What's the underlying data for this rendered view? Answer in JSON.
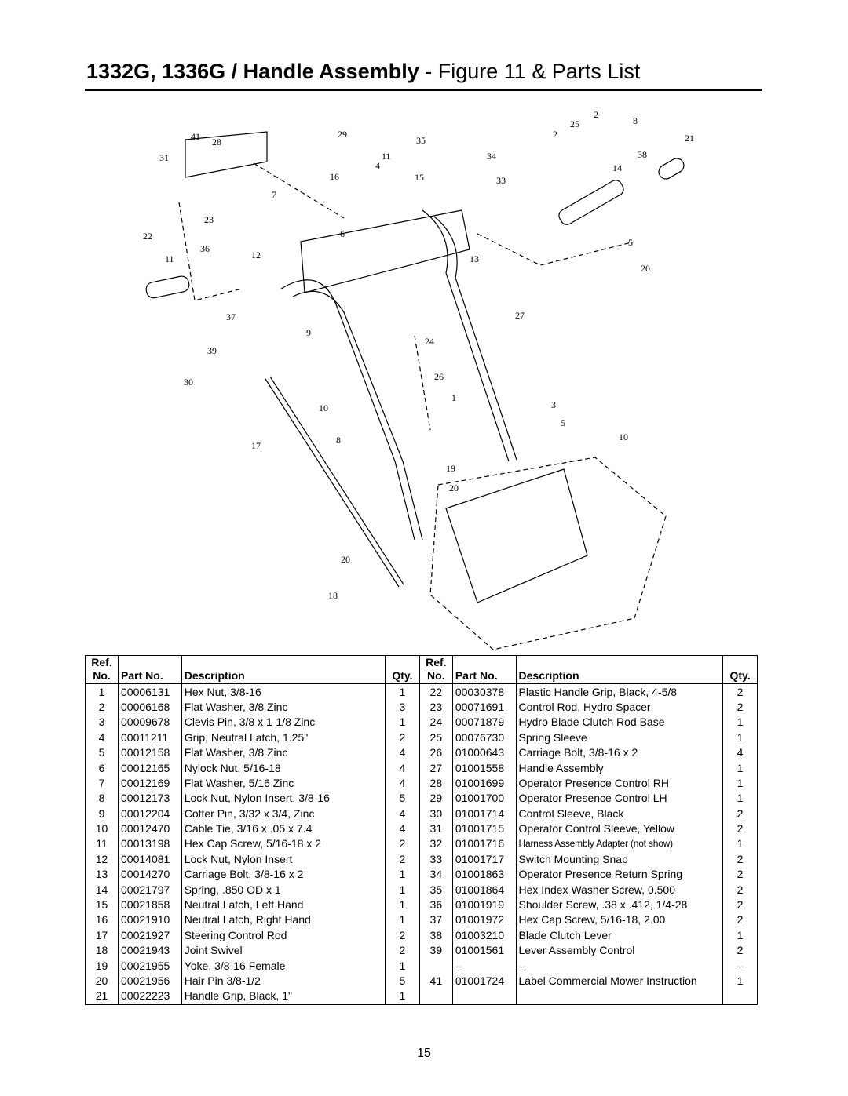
{
  "title": {
    "bold": "1332G, 1336G / Handle Assembly",
    "normal": " - Figure 11 & Parts List"
  },
  "callouts": [
    "41",
    "28",
    "31",
    "29",
    "35",
    "11",
    "34",
    "4",
    "16",
    "15",
    "33",
    "7",
    "23",
    "6",
    "22",
    "36",
    "12",
    "11",
    "13",
    "37",
    "9",
    "39",
    "24",
    "27",
    "26",
    "30",
    "1",
    "10",
    "3",
    "5",
    "17",
    "8",
    "10",
    "19",
    "20",
    "20",
    "18",
    "2",
    "25",
    "8",
    "2",
    "21",
    "38",
    "14",
    "5",
    "20"
  ],
  "table": {
    "headers": {
      "ref_top": "Ref.",
      "ref": "No.",
      "part": "Part No.",
      "desc": "Description",
      "qty": "Qty."
    },
    "left": [
      {
        "ref": "1",
        "part": "00006131",
        "desc": "Hex Nut, 3/8-16",
        "qty": "1"
      },
      {
        "ref": "2",
        "part": "00006168",
        "desc": "Flat Washer, 3/8 Zinc",
        "qty": "3"
      },
      {
        "ref": "3",
        "part": "00009678",
        "desc": "Clevis Pin, 3/8 x 1-1/8 Zinc",
        "qty": "1"
      },
      {
        "ref": "4",
        "part": "00011211",
        "desc": "Grip, Neutral Latch, 1.25\"",
        "qty": "2"
      },
      {
        "ref": "5",
        "part": "00012158",
        "desc": "Flat Washer, 3/8 Zinc",
        "qty": "4"
      },
      {
        "ref": "6",
        "part": "00012165",
        "desc": "Nylock Nut, 5/16-18",
        "qty": "4"
      },
      {
        "ref": "7",
        "part": "00012169",
        "desc": "Flat Washer, 5/16 Zinc",
        "qty": "4"
      },
      {
        "ref": "8",
        "part": "00012173",
        "desc": "Lock Nut, Nylon Insert, 3/8-16",
        "qty": "5"
      },
      {
        "ref": "9",
        "part": "00012204",
        "desc": "Cotter Pin, 3/32 x 3/4, Zinc",
        "qty": "4"
      },
      {
        "ref": "10",
        "part": "00012470",
        "desc": "Cable Tie, 3/16 x .05 x 7.4",
        "qty": "4"
      },
      {
        "ref": "11",
        "part": "00013198",
        "desc": "Hex Cap Screw, 5/16-18 x 2",
        "qty": "2"
      },
      {
        "ref": "12",
        "part": "00014081",
        "desc": "Lock Nut, Nylon Insert",
        "qty": "2"
      },
      {
        "ref": "13",
        "part": "00014270",
        "desc": "Carriage Bolt, 3/8-16 x 2",
        "qty": "1"
      },
      {
        "ref": "14",
        "part": "00021797",
        "desc": "Spring, .850 OD x 1",
        "qty": "1"
      },
      {
        "ref": "15",
        "part": "00021858",
        "desc": "Neutral Latch, Left Hand",
        "qty": "1"
      },
      {
        "ref": "16",
        "part": "00021910",
        "desc": "Neutral Latch, Right Hand",
        "qty": "1"
      },
      {
        "ref": "17",
        "part": "00021927",
        "desc": "Steering Control Rod",
        "qty": "2"
      },
      {
        "ref": "18",
        "part": "00021943",
        "desc": "Joint Swivel",
        "qty": "2"
      },
      {
        "ref": "19",
        "part": "00021955",
        "desc": "Yoke, 3/8-16 Female",
        "qty": "1"
      },
      {
        "ref": "20",
        "part": "00021956",
        "desc": "Hair Pin 3/8-1/2",
        "qty": "5"
      },
      {
        "ref": "21",
        "part": "00022223",
        "desc": "Handle Grip, Black, 1\"",
        "qty": "1"
      }
    ],
    "right": [
      {
        "ref": "22",
        "part": "00030378",
        "desc": "Plastic Handle Grip, Black, 4-5/8",
        "qty": "2"
      },
      {
        "ref": "23",
        "part": "00071691",
        "desc": "Control Rod, Hydro Spacer",
        "qty": "2"
      },
      {
        "ref": "24",
        "part": "00071879",
        "desc": "Hydro Blade Clutch Rod Base",
        "qty": "1"
      },
      {
        "ref": "25",
        "part": "00076730",
        "desc": "Spring Sleeve",
        "qty": "1"
      },
      {
        "ref": "26",
        "part": "01000643",
        "desc": "Carriage Bolt, 3/8-16 x 2",
        "qty": "4"
      },
      {
        "ref": "27",
        "part": "01001558",
        "desc": "Handle Assembly",
        "qty": "1"
      },
      {
        "ref": "28",
        "part": "01001699",
        "desc": "Operator Presence Control RH",
        "qty": "1"
      },
      {
        "ref": "29",
        "part": "01001700",
        "desc": "Operator Presence Control LH",
        "qty": "1"
      },
      {
        "ref": "30",
        "part": "01001714",
        "desc": "Control Sleeve, Black",
        "qty": "2"
      },
      {
        "ref": "31",
        "part": "01001715",
        "desc": "Operator Control Sleeve, Yellow",
        "qty": "2"
      },
      {
        "ref": "32",
        "part": "01001716",
        "desc": "Harness Assembly Adapter (not show)",
        "qty": "1",
        "small": true
      },
      {
        "ref": "33",
        "part": "01001717",
        "desc": "Switch Mounting Snap",
        "qty": "2"
      },
      {
        "ref": "34",
        "part": "01001863",
        "desc": "Operator Presence Return Spring",
        "qty": "2"
      },
      {
        "ref": "35",
        "part": "01001864",
        "desc": "Hex Index Washer Screw, 0.500",
        "qty": "2"
      },
      {
        "ref": "36",
        "part": "01001919",
        "desc": "Shoulder Screw, .38 x .412, 1/4-28",
        "qty": "2"
      },
      {
        "ref": "37",
        "part": "01001972",
        "desc": "Hex Cap Screw, 5/16-18, 2.00",
        "qty": "2"
      },
      {
        "ref": "38",
        "part": "01003210",
        "desc": "Blade Clutch Lever",
        "qty": "1"
      },
      {
        "ref": "39",
        "part": "01001561",
        "desc": "Lever Assembly Control",
        "qty": "2"
      },
      {
        "ref": "",
        "part": "--",
        "desc": "--",
        "qty": "--"
      },
      {
        "ref": "41",
        "part": "01001724",
        "desc": "Label Commercial Mower Instruction",
        "qty": "1"
      },
      {
        "ref": "",
        "part": "",
        "desc": "",
        "qty": ""
      }
    ]
  },
  "page_number": "15"
}
